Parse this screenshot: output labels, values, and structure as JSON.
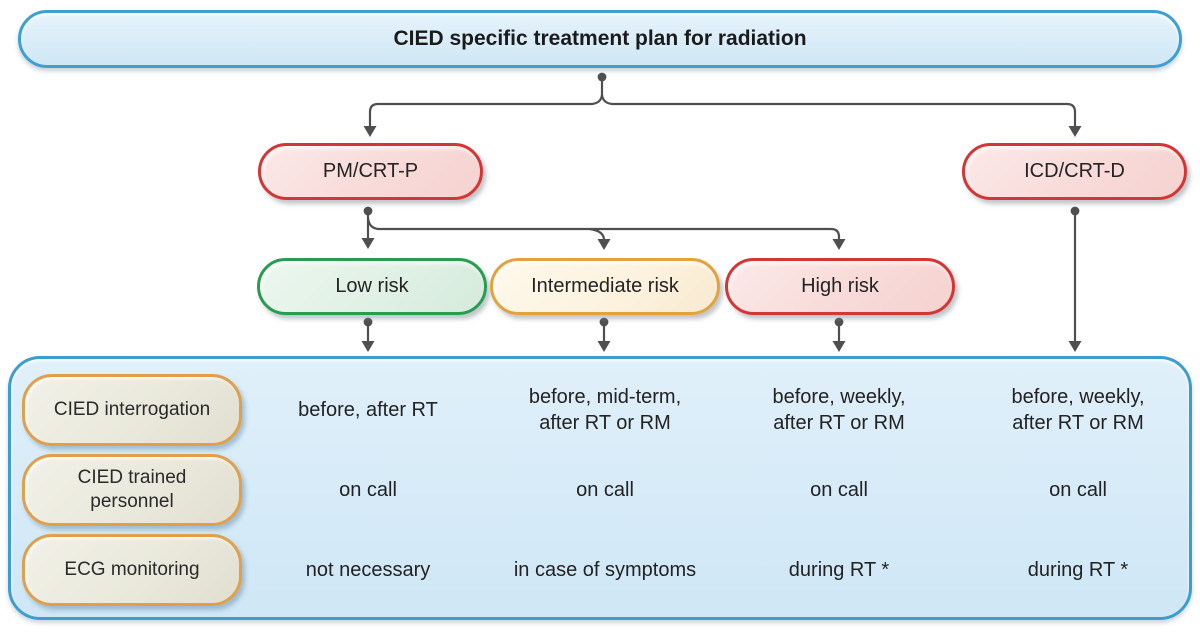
{
  "title": "CIED specific treatment plan for radiation",
  "devices": [
    {
      "label": "PM/CRT-P"
    },
    {
      "label": "ICD/CRT-D"
    }
  ],
  "risk_levels": [
    {
      "label": "Low risk"
    },
    {
      "label": "Intermediate risk"
    },
    {
      "label": "High risk"
    }
  ],
  "summary_table": {
    "row_labels": [
      "CIED interrogation",
      "CIED trained\npersonnel",
      "ECG monitoring"
    ],
    "rows": [
      [
        "before, after RT",
        "before, mid-term,\nafter RT or RM",
        "before, weekly,\nafter RT or RM",
        "before, weekly,\nafter RT or RM"
      ],
      [
        "on call",
        "on call",
        "on call",
        "on call"
      ],
      [
        "not necessary",
        "in case of symptoms",
        "during RT *",
        "during RT *"
      ]
    ]
  },
  "colors": {
    "blue_fill": "#d7ebf8",
    "blue_border": "#3d9dce",
    "red_fill": "#f8dbd9",
    "red_border": "#d43535",
    "green_fill": "#dff0e4",
    "green_border": "#289c51",
    "orange_fill": "#fcf2de",
    "orange_border": "#e2a33f",
    "tan_fill": "#e9e8db",
    "tan_border": "#e0a04b",
    "connector": "#4f4f4f",
    "text": "#222222"
  }
}
